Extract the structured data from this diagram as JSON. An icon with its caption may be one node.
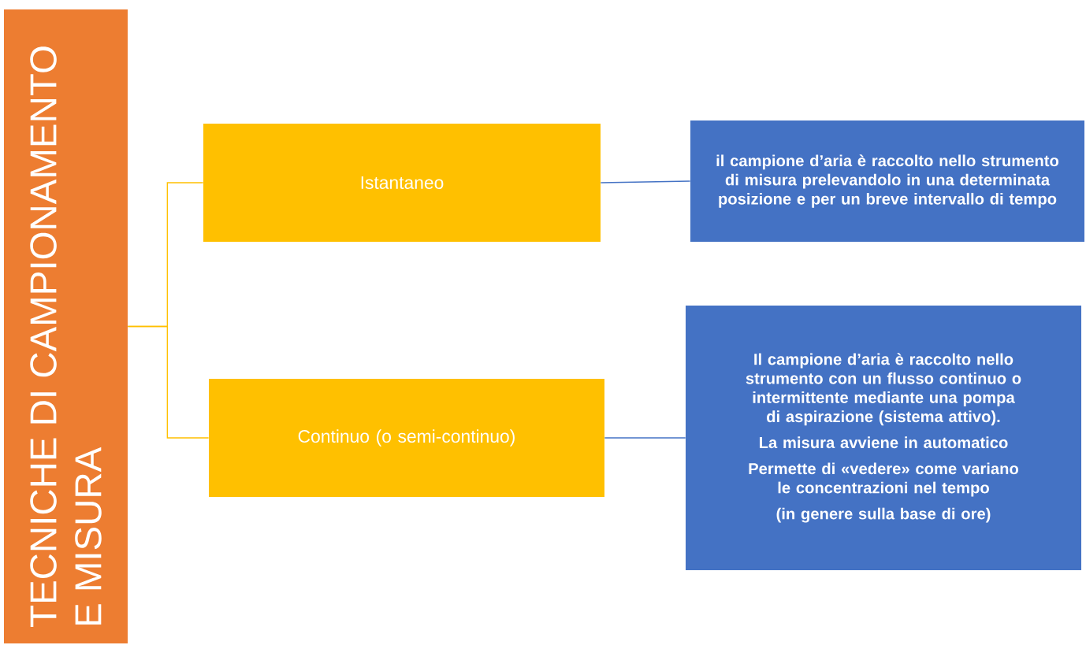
{
  "diagram": {
    "nodes": [
      {
        "text": [
          "TECNICHE DI CAMPIONAMENTO E MISURA"
        ]
      },
      {
        "text": [
          "Istantaneo"
        ]
      },
      {
        "text": [
          "Continuo (o semi-continuo)"
        ]
      },
      {
        "text": [
          "il campione d’aria è raccolto nello strumento di misura prelevandolo in una determinata posizione e per un breve intervallo di tempo"
        ]
      },
      {
        "text": [
          "Il campione d’aria è raccolto nello strumento con un flusso continuo o intermittente mediante una pompa di aspirazione (sistema attivo).",
          "La misura avviene in automatico",
          "Permette di «vedere» come variano le concentrazioni nel tempo",
          "(in genere sulla base di ore)"
        ]
      }
    ],
    "edges": [
      {
        "from": 0,
        "to": 1,
        "arrow": "none",
        "color": "#ffc000"
      },
      {
        "from": 0,
        "to": 2,
        "arrow": "none",
        "color": "#ffc000"
      },
      {
        "from": 1,
        "to": 3,
        "arrow": "none",
        "color": "#4472c4"
      },
      {
        "from": 2,
        "to": 4,
        "arrow": "none",
        "color": "#4472c4"
      }
    ]
  }
}
